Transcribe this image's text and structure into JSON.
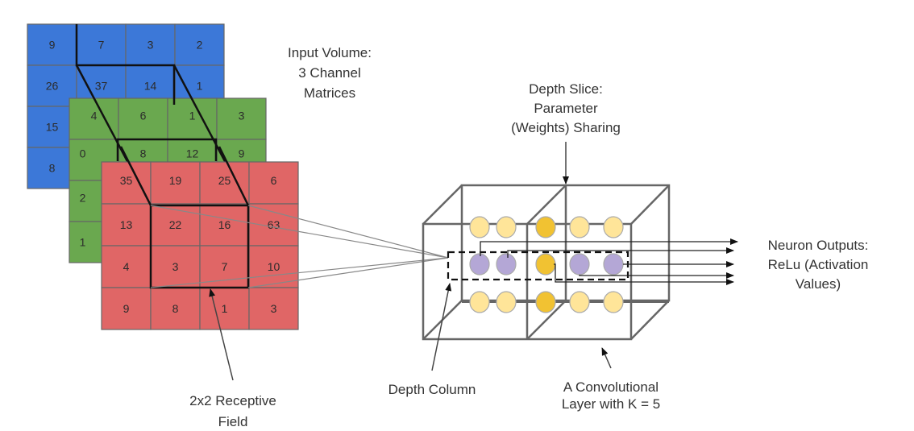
{
  "title": "Convolutional Layer: Receptive Field, Depth Column and Parameter Sharing",
  "colors": {
    "blue_channel": "#3c78d8",
    "green_channel": "#6aa84f",
    "red_channel": "#e06666",
    "grid_line": "#666666",
    "neuron_light": "#ffe599",
    "neuron_shared": "#f1c232",
    "neuron_column": "#b4a7d6",
    "cube_line": "#666666",
    "text": "#333333"
  },
  "channels": [
    {
      "name": "blue",
      "values": [
        [
          9,
          7,
          3,
          2
        ],
        [
          26,
          37,
          14,
          1
        ],
        [
          15,
          "",
          "",
          ""
        ],
        [
          8,
          "",
          "",
          ""
        ]
      ]
    },
    {
      "name": "green",
      "values": [
        [
          4,
          6,
          1,
          3
        ],
        [
          0,
          8,
          12,
          9
        ],
        [
          2,
          "",
          "",
          ""
        ],
        [
          1,
          "",
          "",
          ""
        ]
      ]
    },
    {
      "name": "red",
      "values": [
        [
          35,
          19,
          25,
          6
        ],
        [
          13,
          22,
          16,
          63
        ],
        [
          4,
          3,
          7,
          10
        ],
        [
          9,
          8,
          1,
          3
        ]
      ]
    }
  ],
  "neurons": {
    "rows": [
      [
        "light",
        "light",
        "shared",
        "light",
        "light"
      ],
      [
        "column",
        "column",
        "shared",
        "column",
        "column"
      ],
      [
        "light",
        "light",
        "shared",
        "light",
        "light"
      ]
    ]
  },
  "labels": {
    "input_volume": [
      "Input Volume:",
      "3 Channel",
      "Matrices"
    ],
    "depth_slice": [
      "Depth Slice:",
      "Parameter",
      "(Weights) Sharing"
    ],
    "neuron_outputs": [
      "Neuron Outputs:",
      "ReLu (Activation",
      "Values)"
    ],
    "receptive_field": [
      "2x2 Receptive",
      "Field"
    ],
    "depth_column": [
      "Depth Column"
    ],
    "conv_layer": [
      "A Convolutional",
      "Layer with K = 5"
    ]
  }
}
